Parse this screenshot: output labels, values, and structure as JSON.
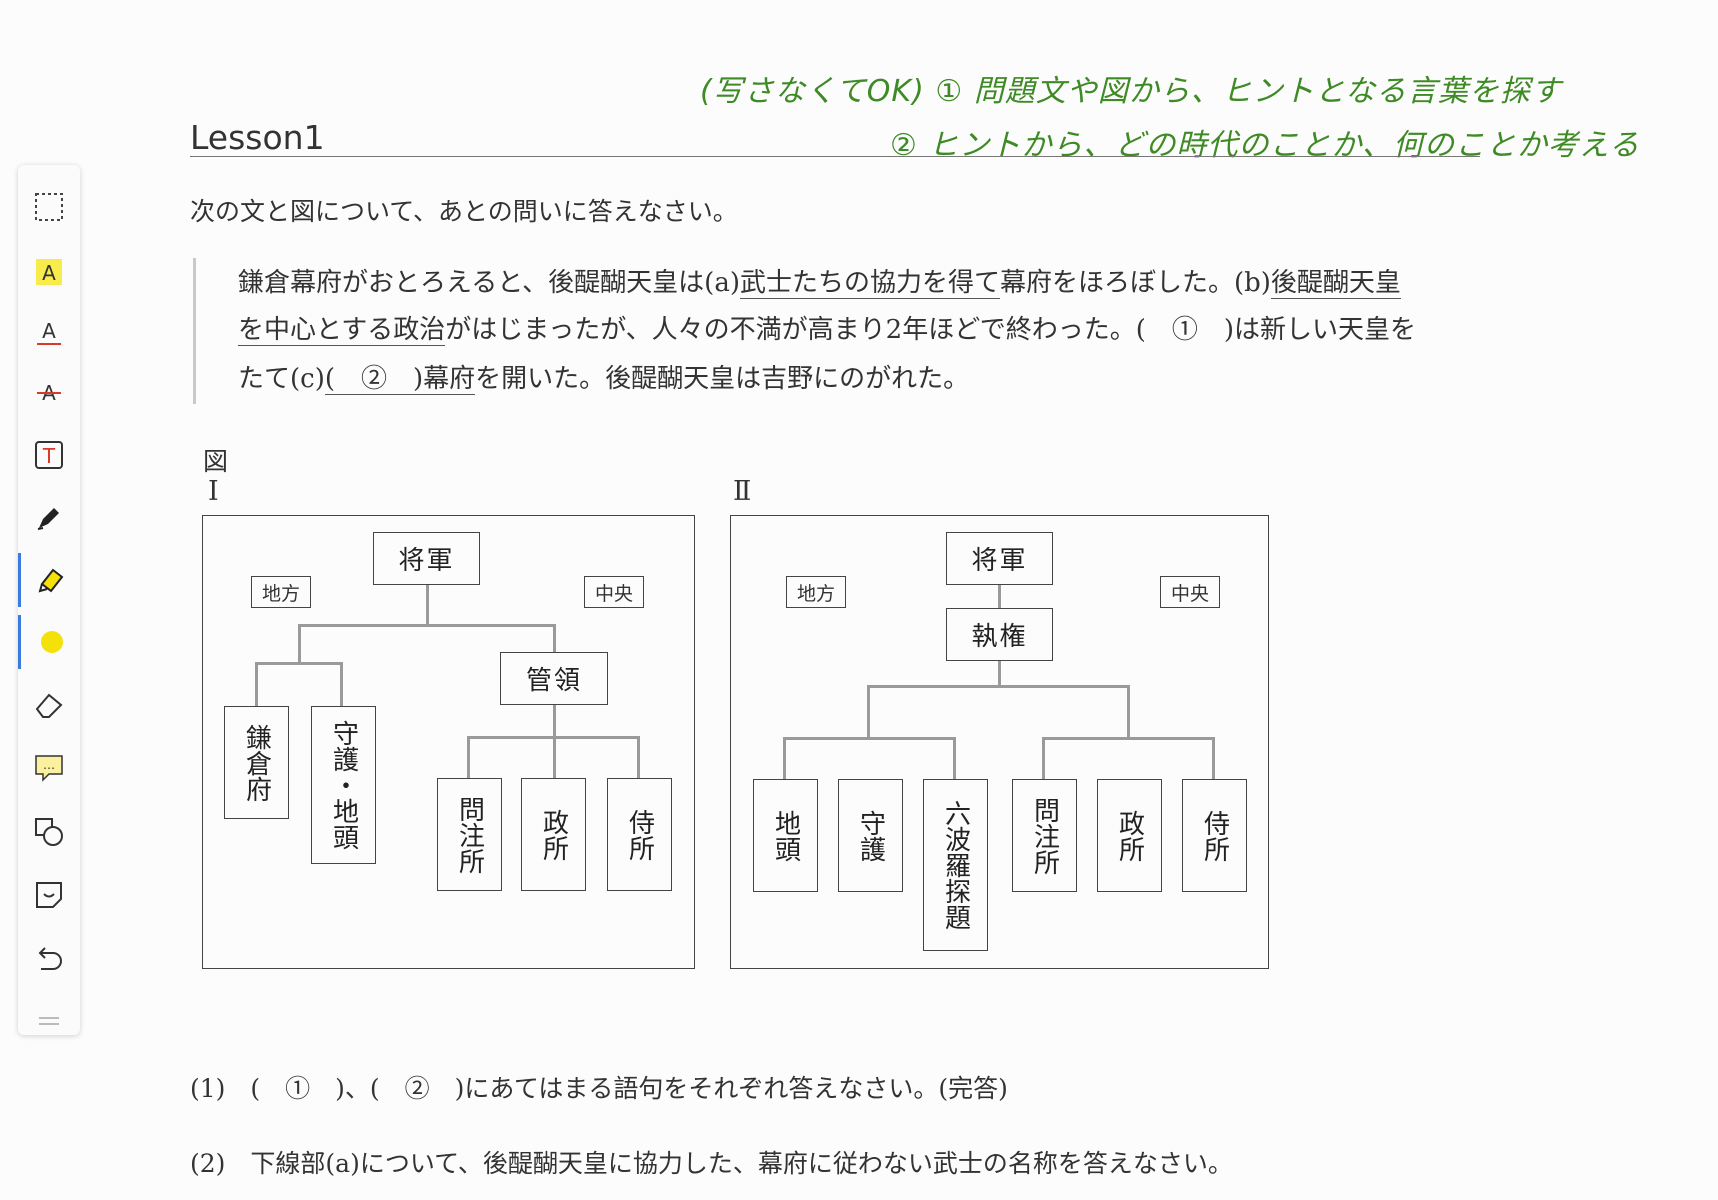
{
  "toolbar": {
    "items": [
      {
        "icon": "lasso-select-icon"
      },
      {
        "icon": "text-highlight-icon"
      },
      {
        "icon": "text-underline-icon"
      },
      {
        "icon": "text-strikethrough-icon"
      },
      {
        "icon": "text-box-icon"
      },
      {
        "icon": "pen-icon"
      },
      {
        "icon": "highlighter-icon",
        "selected": true
      },
      {
        "icon": "color-swatch-icon",
        "color": "#f5e10a",
        "selected": true
      },
      {
        "icon": "eraser-icon"
      },
      {
        "icon": "comment-icon"
      },
      {
        "icon": "shape-icon"
      },
      {
        "icon": "sticker-icon"
      },
      {
        "icon": "undo-icon"
      }
    ]
  },
  "colors": {
    "accent": "#3a7be0",
    "handwriting": "#3e8a25",
    "highlight": "#f5e10a"
  },
  "annotation": {
    "line1": "(写さなくてOK) ① 問題文や図から、ヒントとなる言葉を探す",
    "line2": "② ヒントから、どの時代のことか、何のことか考える"
  },
  "page": {
    "title": "Lesson1",
    "instruction": "次の文と図について、あとの問いに答えなさい。",
    "passage": {
      "l1_a": "鎌倉幕府がおとろえると、後醍醐天皇は(a)",
      "l1_b": "武士たちの協力を得て",
      "l1_c": "幕府をほろぼした。(b)",
      "l1_d": "後醍醐天皇",
      "l2_a": "を中心とする政治",
      "l2_b": "がはじまったが、人々の不満が高まり2年ほどで終わった。(　①　)は新しい天皇を",
      "l3_a": "たて(c)",
      "l3_b": "(　②　)幕府",
      "l3_c": "を開いた。後醍醐天皇は吉野にのがれた。"
    },
    "figure": {
      "label": "図",
      "diagram1": {
        "numeral": "Ⅰ",
        "top": "将軍",
        "tag_left": "地方",
        "tag_right": "中央",
        "mid": "管領",
        "left_nodes": [
          "鎌倉府",
          "守護・地頭"
        ],
        "right_nodes": [
          "問注所",
          "政所",
          "侍所"
        ]
      },
      "diagram2": {
        "numeral": "Ⅱ",
        "top": "将軍",
        "tag_left": "地方",
        "tag_right": "中央",
        "mid": "執権",
        "left_nodes": [
          "地頭",
          "守護",
          "六波羅探題"
        ],
        "right_nodes": [
          "問注所",
          "政所",
          "侍所"
        ]
      }
    },
    "questions": {
      "q1": "(1)　(　①　)、(　②　)にあてはまる語句をそれぞれ答えなさい。(完答)",
      "q2": "(2)　下線部(a)について、後醍醐天皇に協力した、幕府に従わない武士の名称を答えなさい。"
    }
  }
}
